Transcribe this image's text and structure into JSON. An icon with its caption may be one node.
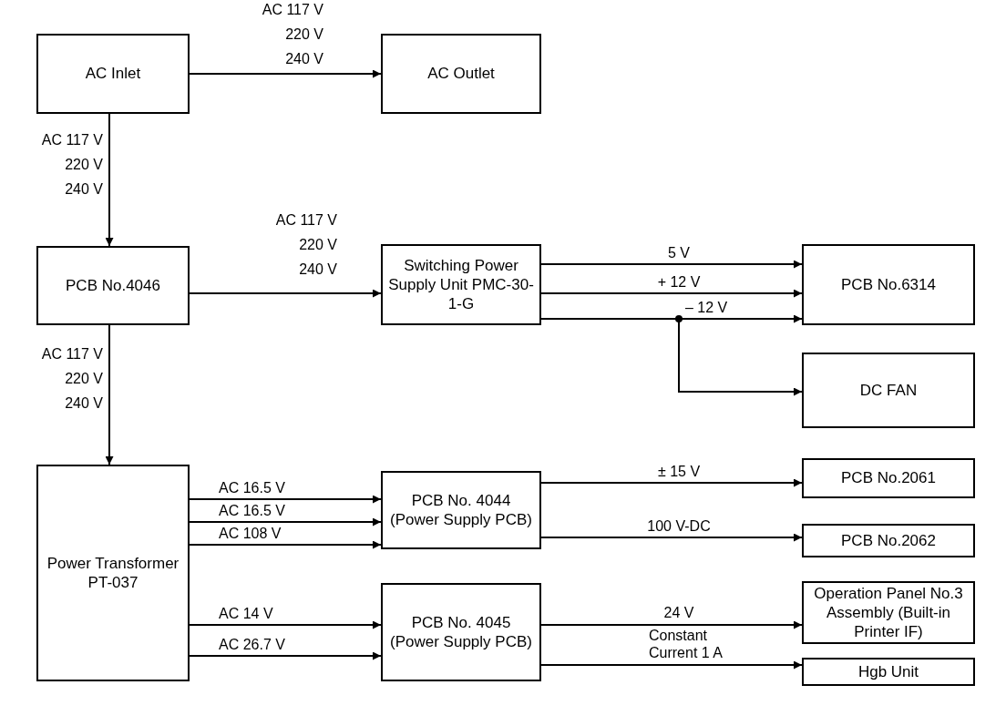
{
  "diagram": {
    "nodes": [
      {
        "text": [
          "AC Inlet"
        ]
      },
      {
        "text": [
          "AC Outlet"
        ]
      },
      {
        "text": [
          "PCB No.4046"
        ]
      },
      {
        "text": [
          "Switching Power Supply Unit PMC-30-1-G"
        ]
      },
      {
        "text": [
          "PCB No.6314"
        ]
      },
      {
        "text": [
          "DC FAN"
        ]
      },
      {
        "text": [
          "Power Transformer PT-037"
        ]
      },
      {
        "text": [
          "PCB No. 4044 (Power Supply PCB)"
        ]
      },
      {
        "text": [
          "PCB No.2061"
        ]
      },
      {
        "text": [
          "PCB No.2062"
        ]
      },
      {
        "text": [
          "PCB No. 4045 (Power Supply PCB)"
        ]
      },
      {
        "text": [
          "Operation Panel No.3 Assembly (Built-in Printer IF)"
        ]
      },
      {
        "text": [
          "Hgb Unit"
        ]
      }
    ],
    "edges": [
      {
        "from": 0,
        "to": 1,
        "arrow": "to",
        "label": "AC 117 V 220 V 240 V"
      },
      {
        "from": 0,
        "to": 2,
        "arrow": "to",
        "label": "AC 117 V 220 V 240 V"
      },
      {
        "from": 2,
        "to": 3,
        "arrow": "to",
        "label": "AC 117 V 220 V 240 V"
      },
      {
        "from": 2,
        "to": 6,
        "arrow": "to",
        "label": "AC 117 V 220 V 240 V"
      },
      {
        "from": 3,
        "to": 4,
        "arrow": "to",
        "label": "5 V"
      },
      {
        "from": 3,
        "to": 4,
        "arrow": "to",
        "label": "+ 12 V"
      },
      {
        "from": 3,
        "to": 4,
        "arrow": "to",
        "label": "– 12 V"
      },
      {
        "from": 3,
        "to": 5,
        "arrow": "to"
      },
      {
        "from": 6,
        "to": 7,
        "arrow": "to",
        "label": "AC 16.5 V"
      },
      {
        "from": 6,
        "to": 7,
        "arrow": "to",
        "label": "AC 16.5 V"
      },
      {
        "from": 6,
        "to": 7,
        "arrow": "to",
        "label": "AC 108 V"
      },
      {
        "from": 6,
        "to": 10,
        "arrow": "to",
        "label": "AC 14 V"
      },
      {
        "from": 6,
        "to": 10,
        "arrow": "to",
        "label": "AC 26.7 V"
      },
      {
        "from": 7,
        "to": 8,
        "arrow": "to",
        "label": "± 15 V"
      },
      {
        "from": 7,
        "to": 9,
        "arrow": "to",
        "label": "100 V-DC"
      },
      {
        "from": 10,
        "to": 11,
        "arrow": "to",
        "label": "24 V"
      },
      {
        "from": 10,
        "to": 12,
        "arrow": "to",
        "label": "Constant Current 1 A"
      }
    ]
  }
}
